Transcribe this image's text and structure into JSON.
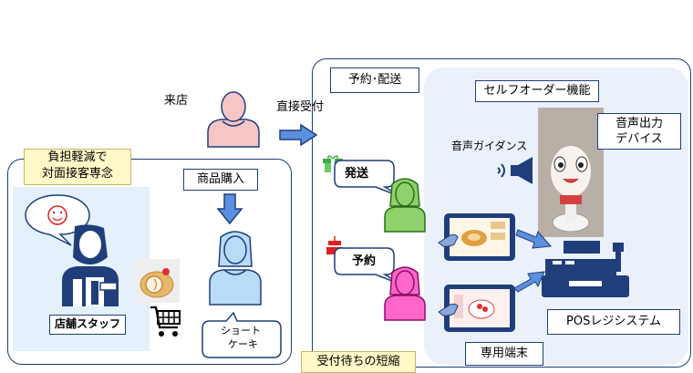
{
  "labels": {
    "visit": "来店",
    "direct": "直接受付",
    "burden_line1": "負担軽減で",
    "burden_line2": "対面接客専念",
    "purchase": "商品購入",
    "staff": "店舗スタッフ",
    "cake_line1": "ショート",
    "cake_line2": "ケーキ",
    "wait": "受付待ちの短縮",
    "reserve_delivery": "予約･配送",
    "self_order": "セルフオーダー機能",
    "voice_guide": "音声ガイダンス",
    "voice_device_line1": "音声出力",
    "voice_device_line2": "デバイス",
    "ship": "発送",
    "reserve": "予約",
    "pos": "POSレジシステム",
    "terminal": "専用端末"
  },
  "colors": {
    "navy": "#1f3e7a",
    "pink_person": "#f6c6c6",
    "blue_person": "#b8dcf8",
    "green_person": "#8fd16a",
    "magenta_person": "#ff66cc",
    "arrow": "#5b8fe0",
    "self_panel": "#eaf1fa"
  }
}
